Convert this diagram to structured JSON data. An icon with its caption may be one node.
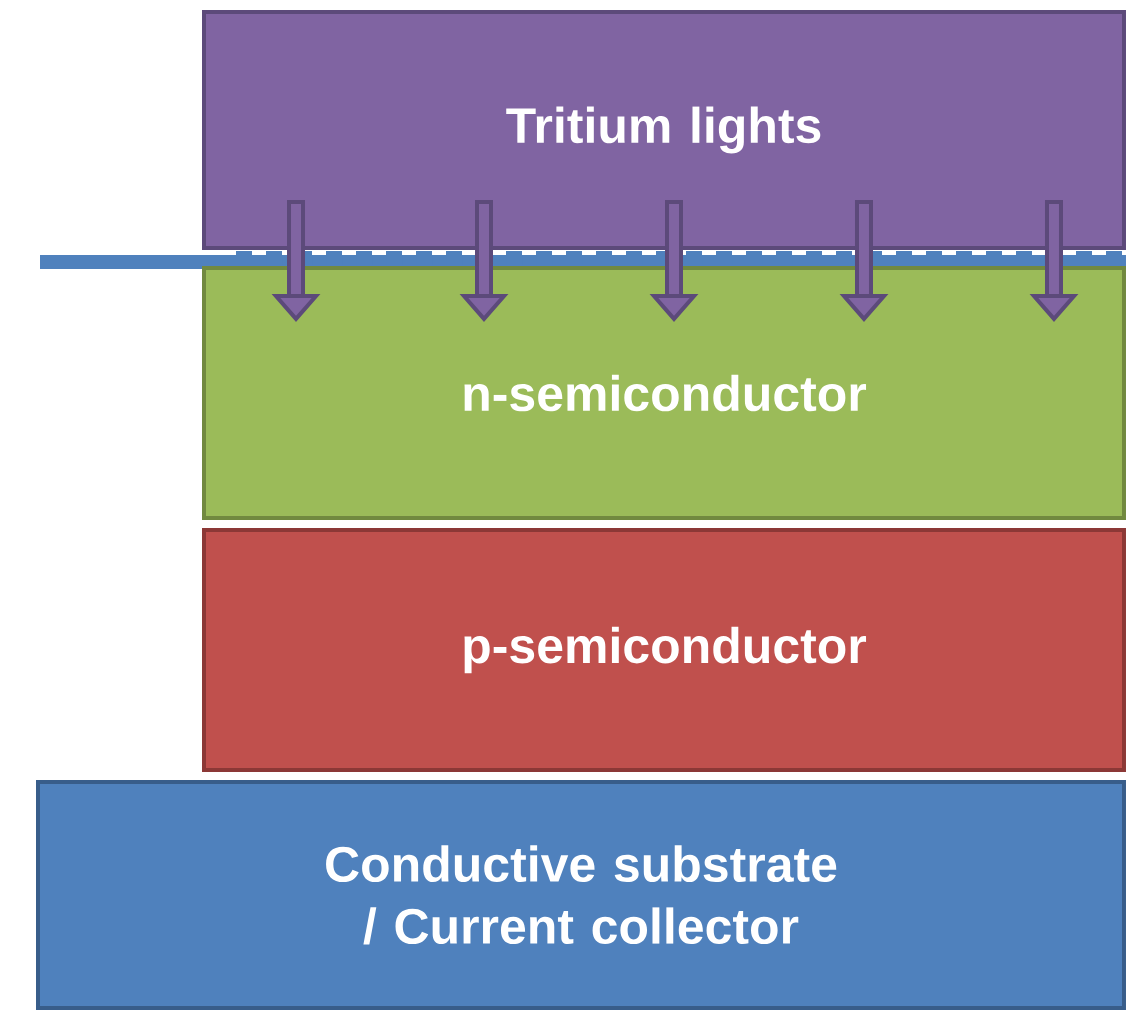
{
  "diagram": {
    "nodes": [
      {
        "text": [
          "Tritium lights"
        ]
      },
      {
        "text": [
          "n-semiconductor"
        ]
      },
      {
        "text": [
          "p-semiconductor"
        ]
      },
      {
        "text": [
          "Conductive substrate / Current collector"
        ]
      }
    ],
    "edges": [
      {
        "from": 0,
        "to": 1,
        "arrow": "to"
      },
      {
        "from": 0,
        "to": 1,
        "arrow": "to"
      },
      {
        "from": 0,
        "to": 1,
        "arrow": "to"
      },
      {
        "from": 0,
        "to": 1,
        "arrow": "to"
      },
      {
        "from": 0,
        "to": 1,
        "arrow": "to"
      }
    ]
  }
}
